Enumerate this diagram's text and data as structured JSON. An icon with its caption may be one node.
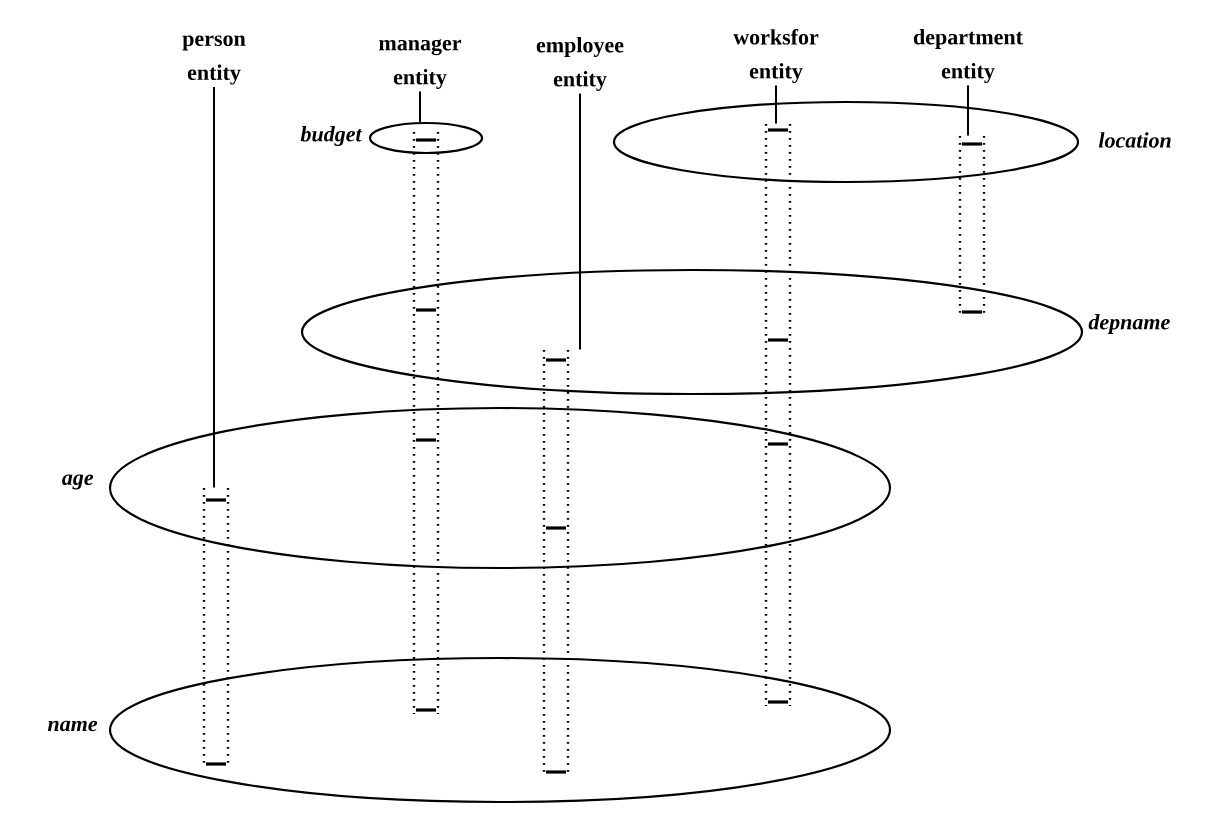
{
  "diagram": {
    "nodes": [
      {
        "text": [
          "person entity"
        ]
      },
      {
        "text": [
          "manager entity"
        ]
      },
      {
        "text": [
          "employee entity"
        ]
      },
      {
        "text": [
          "worksfor entity"
        ]
      },
      {
        "text": [
          "department entity"
        ]
      },
      {
        "text": [],
        "shape": "bar"
      },
      {
        "text": [],
        "shape": "bar"
      },
      {
        "text": [],
        "shape": "bar"
      },
      {
        "text": [],
        "shape": "bar"
      },
      {
        "text": [],
        "shape": "bar"
      },
      {
        "text": [],
        "shape": "ellipse",
        "beside": [
          "budget"
        ]
      },
      {
        "text": [],
        "shape": "ellipse",
        "beside": [
          "location"
        ]
      },
      {
        "text": [],
        "shape": "ellipse",
        "beside": [
          "depname"
        ]
      },
      {
        "text": [],
        "shape": "ellipse",
        "beside": [
          "age"
        ]
      },
      {
        "text": [],
        "shape": "ellipse",
        "beside": [
          "name"
        ]
      }
    ],
    "edges": [
      {
        "from": 0,
        "to": 5,
        "arrow": "none"
      },
      {
        "from": 1,
        "to": 10,
        "arrow": "none"
      },
      {
        "from": 2,
        "to": 7,
        "arrow": "none"
      },
      {
        "from": 3,
        "to": 8,
        "arrow": "none"
      },
      {
        "from": 4,
        "to": 9,
        "arrow": "none"
      }
    ]
  }
}
